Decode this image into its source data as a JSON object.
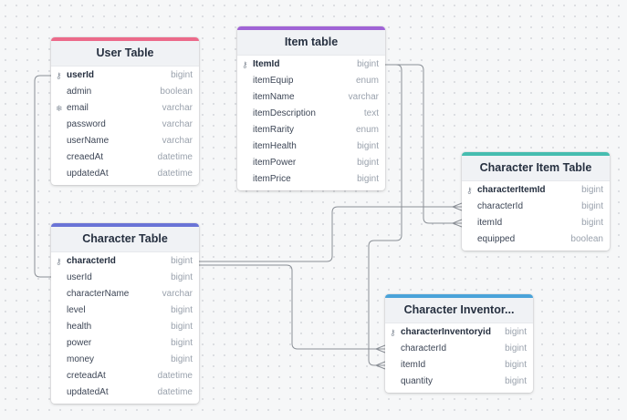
{
  "colors": {
    "users": "#ec6a8a",
    "items": "#a064d6",
    "characterItem": "#46bdb0",
    "character": "#6a74d6",
    "characterInventory": "#4aa3d9",
    "edge": "#8a8f96"
  },
  "icons": {
    "pk": "key-icon",
    "unique": "snowflake-icon"
  },
  "tables": {
    "users": {
      "title": "User Table",
      "fields": [
        {
          "name": "userId",
          "type": "bigint",
          "pk": true
        },
        {
          "name": "admin",
          "type": "boolean"
        },
        {
          "name": "email",
          "type": "varchar",
          "unique": true
        },
        {
          "name": "password",
          "type": "varchar"
        },
        {
          "name": "userName",
          "type": "varchar"
        },
        {
          "name": "creaedAt",
          "type": "datetime"
        },
        {
          "name": "updatedAt",
          "type": "datetime"
        }
      ]
    },
    "items": {
      "title": "Item table",
      "fields": [
        {
          "name": "ItemId",
          "type": "bigint",
          "pk": true
        },
        {
          "name": "itemEquip",
          "type": "enum"
        },
        {
          "name": "itemName",
          "type": "varchar"
        },
        {
          "name": "itemDescription",
          "type": "text"
        },
        {
          "name": "itemRarity",
          "type": "enum"
        },
        {
          "name": "itemHealth",
          "type": "bigint"
        },
        {
          "name": "itemPower",
          "type": "bigint"
        },
        {
          "name": "itemPrice",
          "type": "bigint"
        }
      ]
    },
    "characterItem": {
      "title": "Character Item Table",
      "fields": [
        {
          "name": "characterItemId",
          "type": "bigint",
          "pk": true
        },
        {
          "name": "characterId",
          "type": "bigint"
        },
        {
          "name": "itemId",
          "type": "bigint"
        },
        {
          "name": "equipped",
          "type": "boolean"
        }
      ]
    },
    "character": {
      "title": "Character Table",
      "fields": [
        {
          "name": "characterId",
          "type": "bigint",
          "pk": true
        },
        {
          "name": "userId",
          "type": "bigint"
        },
        {
          "name": "characterName",
          "type": "varchar"
        },
        {
          "name": "level",
          "type": "bigint"
        },
        {
          "name": "health",
          "type": "bigint"
        },
        {
          "name": "power",
          "type": "bigint"
        },
        {
          "name": "money",
          "type": "bigint"
        },
        {
          "name": "creteadAt",
          "type": "datetime"
        },
        {
          "name": "updatedAt",
          "type": "datetime"
        }
      ]
    },
    "characterInventory": {
      "title": "Character Inventor...",
      "fields": [
        {
          "name": "characterInventoryid",
          "type": "bigint",
          "pk": true
        },
        {
          "name": "characterId",
          "type": "bigint"
        },
        {
          "name": "itemId",
          "type": "bigint"
        },
        {
          "name": "quantity",
          "type": "bigint"
        }
      ]
    }
  },
  "relations": [
    {
      "from": "character.userId",
      "to": "users.userId"
    },
    {
      "from": "characterItem.characterId",
      "to": "character.characterId"
    },
    {
      "from": "characterItem.itemId",
      "to": "items.ItemId"
    },
    {
      "from": "characterInventory.characterId",
      "to": "character.characterId"
    },
    {
      "from": "characterInventory.itemId",
      "to": "items.ItemId"
    }
  ]
}
